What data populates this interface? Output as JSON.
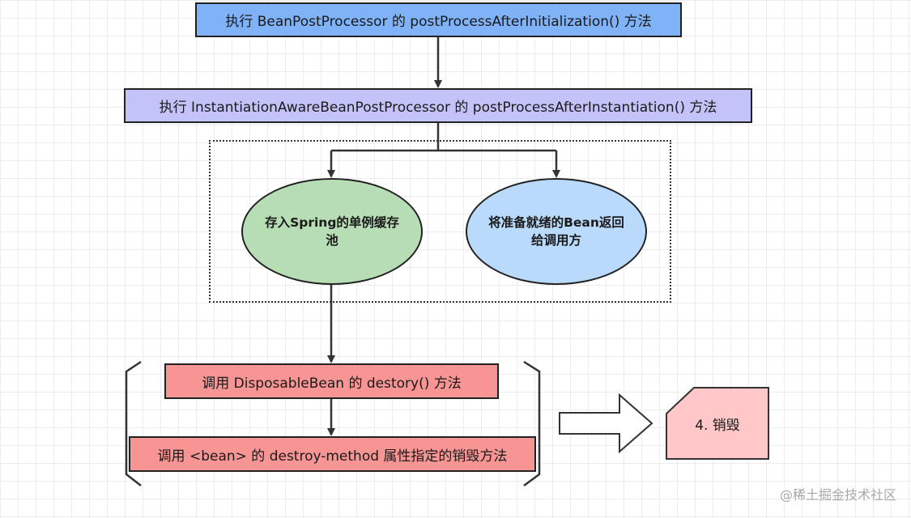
{
  "nodes": {
    "box1": "执行 BeanPostProcessor 的 postProcessAfterInitialization() 方法",
    "box2": "执行 InstantiationAwareBeanPostProcessor 的 postProcessAfterInstantiation() 方法",
    "ellipse_left": "存入Spring的单例缓存池",
    "ellipse_right": "将准备就绪的Bean返回给调用方",
    "box3": "调用 DisposableBean 的 destory() 方法",
    "box4": "调用 <bean> 的 destroy-method 属性指定的销毁方法",
    "destroy_stage": "4. 销毁"
  },
  "watermark": "@稀土掘金技术社区",
  "colors": {
    "box1": "#7fb2f7",
    "box2": "#c3c3f9",
    "ellipse_left": "#b7ddb5",
    "ellipse_right": "#b9dafb",
    "destroy_boxes": "#f79595",
    "destroy_stage": "#ffc7c7"
  }
}
